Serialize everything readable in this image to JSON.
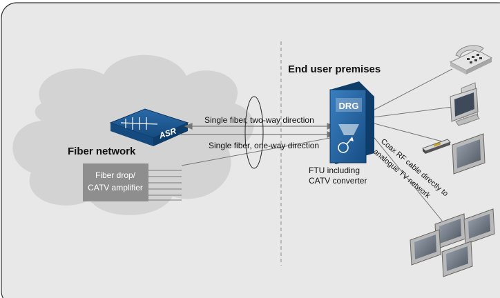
{
  "labels": {
    "end_user_premises": "End user premises",
    "fiber_network": "Fiber network",
    "two_way": "Single fiber, two-way direction",
    "one_way": "Single fiber, one-way direction",
    "fiber_drop_line1": "Fiber drop/",
    "fiber_drop_line2": "CATV amplifier",
    "ftu_line1": "FTU including",
    "ftu_line2": "CATV converter",
    "coax_line1": "Coax RF cable directly to",
    "coax_line2": "analogue TV network"
  },
  "devices": {
    "asr_label": "ASR",
    "drg_label": "DRG"
  },
  "colors": {
    "panel_bg": "#e8e8e8",
    "cloud": "#d3d3d3",
    "device_blue": "#1e5c96",
    "device_dark": "#0f3d6a",
    "fiber_drop_box": "#8e8e8e",
    "line": "#777777"
  }
}
